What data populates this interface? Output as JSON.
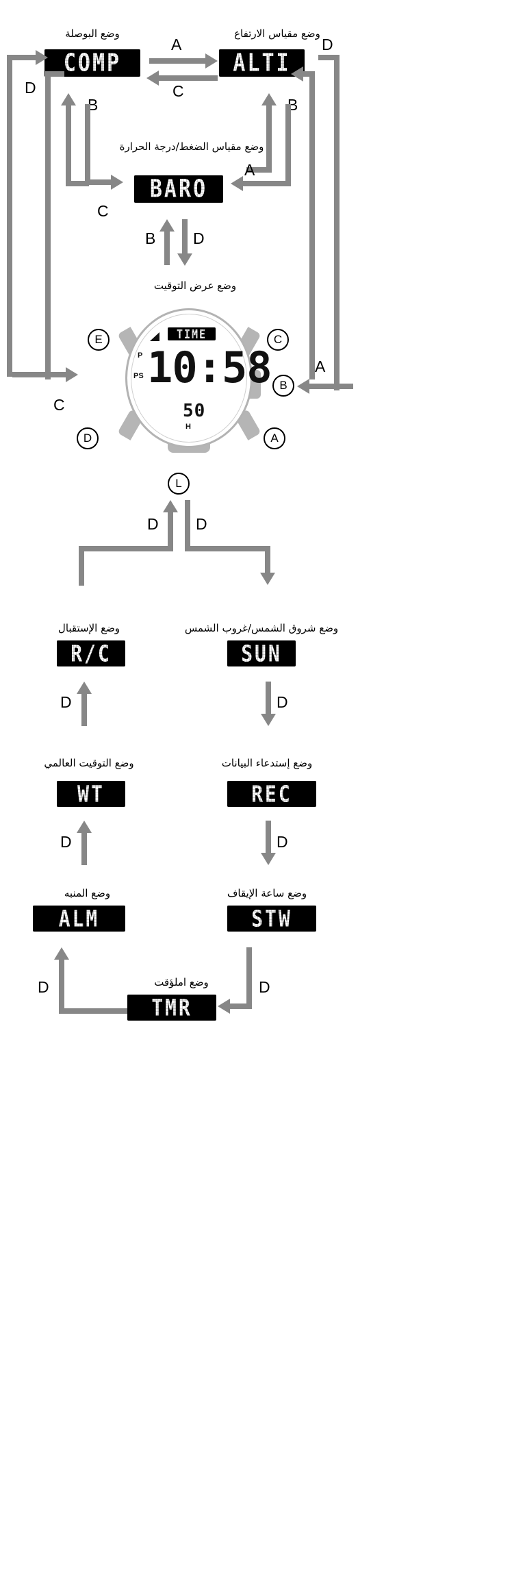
{
  "diagram": {
    "title_mode_labels": {
      "comp": "وضع البوصلة",
      "alti": "وضع مقياس الارتفاع",
      "baro": "وضع مقياس الضغط/درجة الحرارة",
      "time": "وضع عرض التوقيت",
      "sun": "وضع شروق الشمس/غروب الشمس",
      "rc": "وضع الإستقبال",
      "rec": "وضع إستدعاء البيانات",
      "wt": "وضع التوقيت العالمي",
      "stw": "وضع ساعة الإيقاف",
      "alm": "وضع المنبه",
      "tmr": "وضع املؤقت"
    },
    "mode_codes": {
      "comp": "COMP",
      "alti": "ALTI",
      "baro": "BARO",
      "time": "TIME",
      "sun": "SUN",
      "rc": "R/C",
      "rec": "REC",
      "wt": "WT",
      "stw": "STW",
      "alm": "ALM",
      "tmr": "TMR"
    },
    "arrow_labels": {
      "comp_to_alti": "A",
      "alti_to_comp": "C",
      "comp_up_b": "B",
      "comp_left_d": "D",
      "alti_right_b": "B",
      "alti_right_d": "D",
      "baro_left_c": "C",
      "baro_right_a": "A",
      "baro_down_b": "B",
      "baro_down_d": "D",
      "time_right_a": "A",
      "time_right_b_in": "B",
      "time_left_c": "C",
      "time_down_left_d": "D",
      "time_down_right_d": "D",
      "rc_up_d": "D",
      "wt_up_d": "D",
      "alm_up_d": "D",
      "sun_down_d": "D",
      "rec_down_d": "D",
      "stw_down_d": "D"
    },
    "watch": {
      "time_display": "10:58",
      "seconds_display": "50",
      "unit_label": "H",
      "indicator_p": "P",
      "indicator_ps": "PS",
      "mode_tag": "TIME",
      "buttons": {
        "e": "E",
        "c": "C",
        "b": "B",
        "a": "A",
        "d": "D",
        "l": "L"
      }
    },
    "colors": {
      "arrow": "#878787",
      "chip_bg": "#000000",
      "chip_fg": "#ffffff",
      "bezel": "#b3b3b3",
      "button": "#b5b5b5"
    }
  }
}
